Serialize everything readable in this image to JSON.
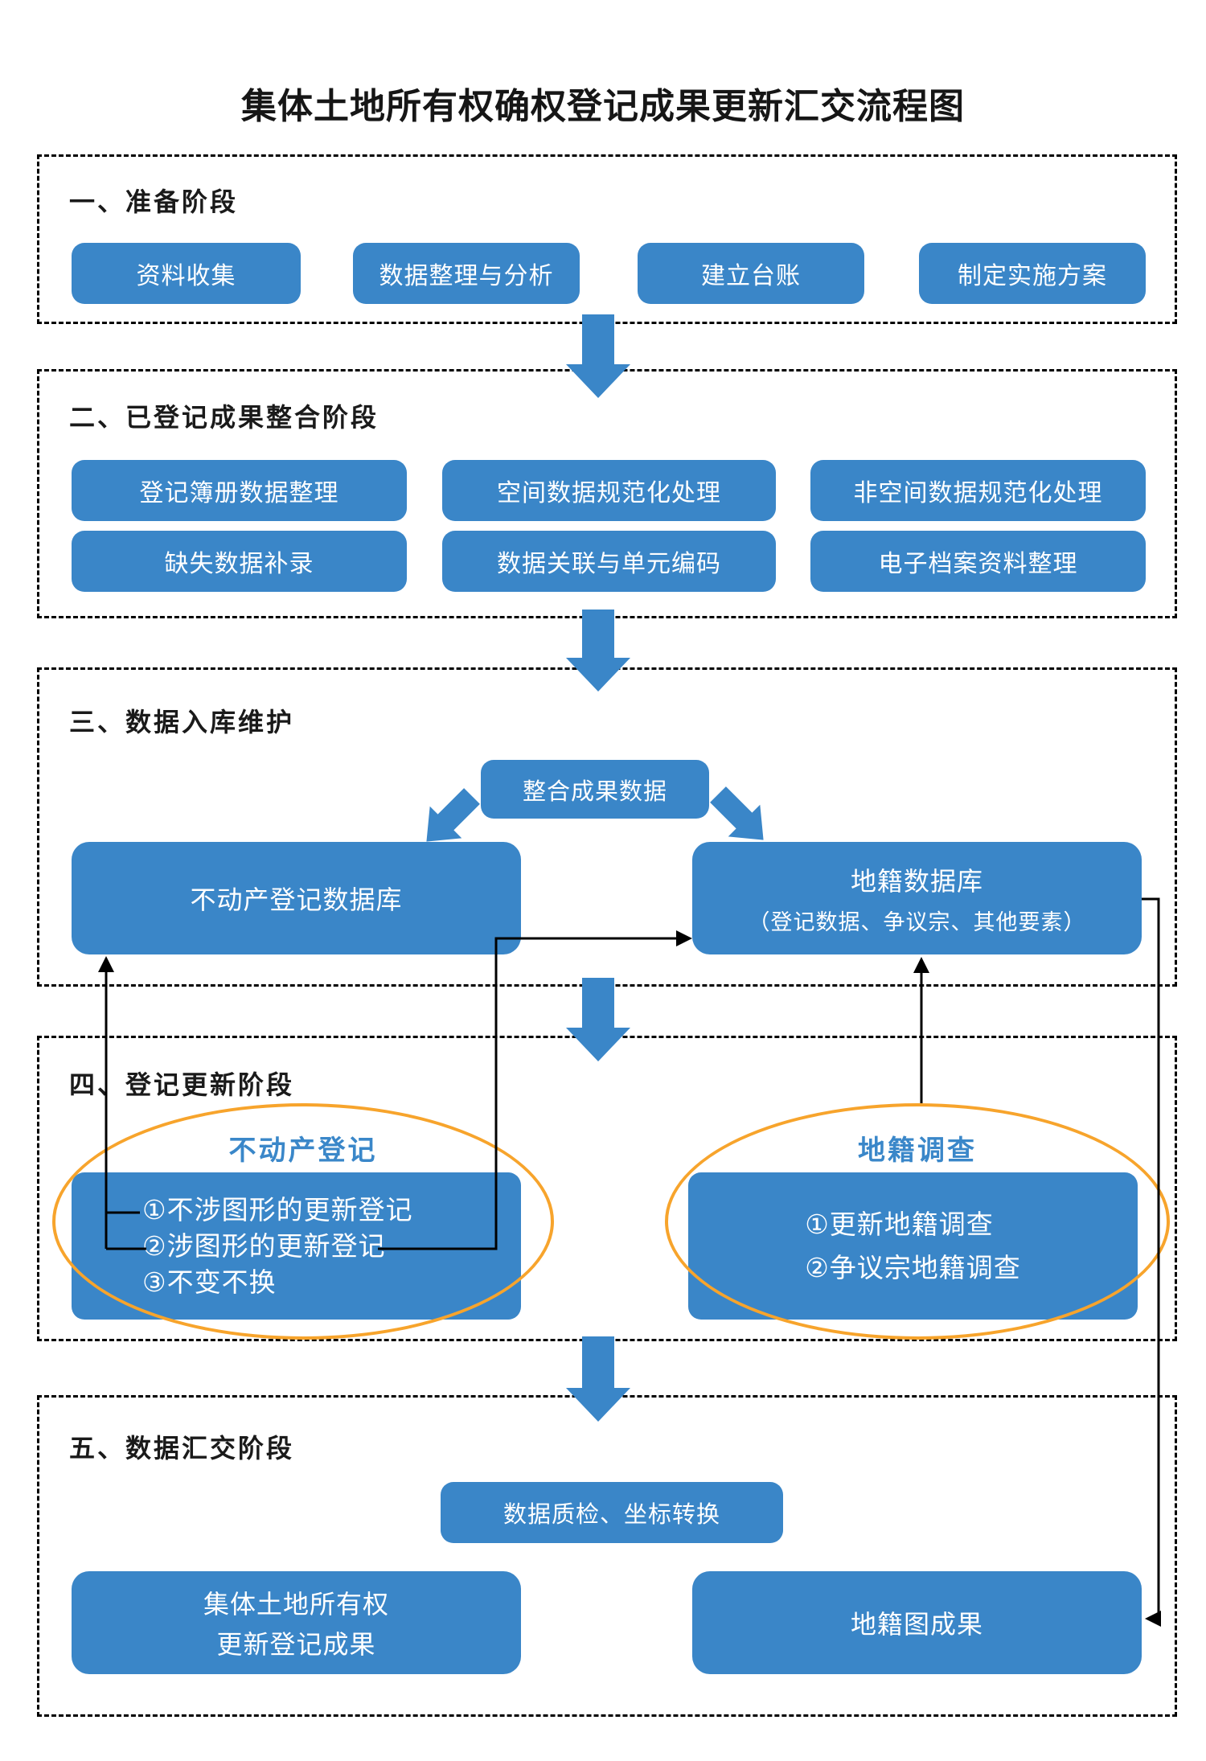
{
  "title": "集体土地所有权确权登记成果更新汇交流程图",
  "colors": {
    "node_blue": "#3a86c8",
    "ellipse_orange": "#f7a42c",
    "connector_black": "#000000",
    "accent_text_blue": "#3a87c9",
    "text_dark": "#1a1a1a"
  },
  "s1": {
    "label": "一、准备阶段",
    "buttons": [
      "资料收集",
      "数据整理与分析",
      "建立台账",
      "制定实施方案"
    ]
  },
  "s2": {
    "label": "二、已登记成果整合阶段",
    "row1": [
      "登记簿册数据整理",
      "空间数据规范化处理",
      "非空间数据规范化处理"
    ],
    "row2": [
      "缺失数据补录",
      "数据关联与单元编码",
      "电子档案资料整理"
    ]
  },
  "s3": {
    "label": "三、数据入库维护",
    "integrated_data": "整合成果数据",
    "realestate_db": "不动产登记数据库",
    "cadastral_db_title": "地籍数据库",
    "cadastral_db_sub": "（登记数据、争议宗、其他要素）"
  },
  "s4": {
    "label": "四、登记更新阶段",
    "left_title": "不动产登记",
    "left_items": [
      "①不涉图形的更新登记",
      "②涉图形的更新登记",
      "③不变不换"
    ],
    "right_title": "地籍调查",
    "right_items": [
      "①更新地籍调查",
      "②争议宗地籍调查"
    ]
  },
  "s5": {
    "label": "五、数据汇交阶段",
    "qc": "数据质检、坐标转换",
    "result_left": [
      "集体土地所有权",
      "更新登记成果"
    ],
    "result_right": "地籍图成果"
  }
}
